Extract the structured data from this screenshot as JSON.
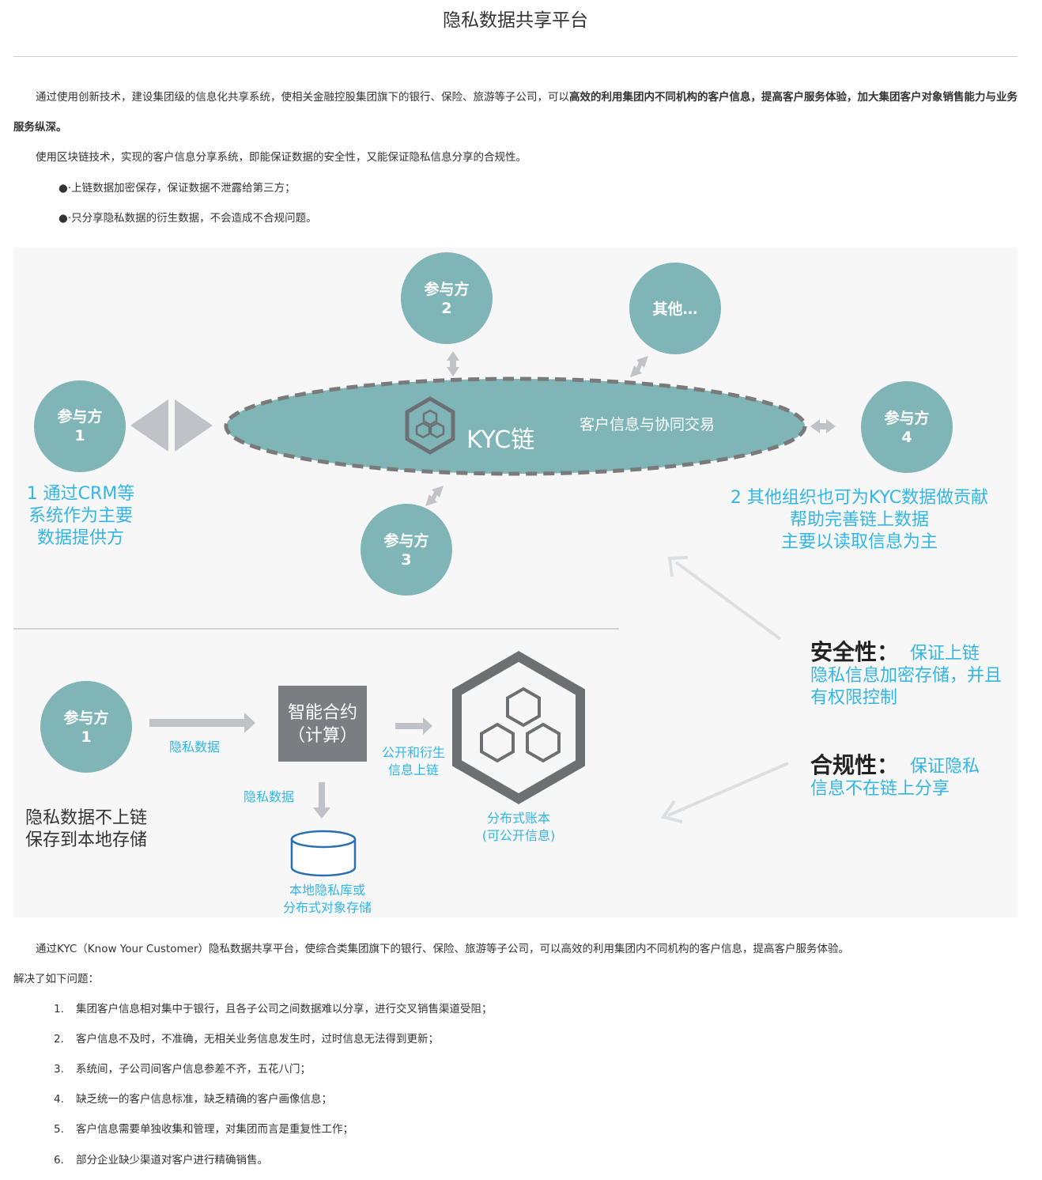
{
  "title": "隐私数据共享平台",
  "intro": {
    "p1_plain": "通过使用创新技术，建设集团级的信息化共享系统，使相关金融控股集团旗下的银行、保险、旅游等子公司，可以",
    "p1_bold": "高效的利用集团内不同机构的客户信息，提高客户服务体验，加大集团客户对象销售能力与业务服务纵深。",
    "p2": "使用区块链技术，实现的客户信息分享系统，即能保证数据的安全性，又能保证隐私信息分享的合规性。",
    "bullet_mark": "●·",
    "bullets": [
      "上链数据加密保存，保证数据不泄露给第三方；",
      "只分享隐私数据的衍生数据，不会造成不合规问题。"
    ]
  },
  "diagram": {
    "colors": {
      "teal": "#7fb5b7",
      "accent_blue": "#33b5e5",
      "gray_box": "#7a7d82",
      "arrow_gray": "#bfc3c7",
      "chain_blue": "#2a6fb0"
    },
    "participant_label": "参与方",
    "p1_num": "1",
    "p2_num": "2",
    "p3_num": "3",
    "p4_num": "4",
    "others": "其他…",
    "kyc_chain": "KYC链",
    "kyc_desc": "客户信息与协同交易",
    "left_note": [
      "1 通过CRM等",
      "系统作为主要",
      "数据提供方"
    ],
    "right_note": [
      "2 其他组织也可为KYC数据做贡献",
      "帮助完善链上数据",
      "主要以读取信息为主"
    ],
    "lower_p1_num": "1",
    "private_data_1": "隐私数据",
    "smart_contract": [
      "智能合约",
      "（计算）"
    ],
    "public_derived": [
      "公开和衍生",
      "信息上链"
    ],
    "private_data_2": "隐私数据",
    "local_store": [
      "本地隐私库或",
      "分布式对象存储"
    ],
    "ledger": [
      "分布式账本",
      "(可公开信息)"
    ],
    "not_on_chain": [
      "隐私数据不上链",
      "保存到本地存储"
    ],
    "security_title": "安全性：",
    "security_text": [
      "保证上链",
      "隐私信息加密存储，并且",
      "有权限控制"
    ],
    "compliance_title": "合规性：",
    "compliance_text": [
      "保证隐私",
      "信息不在链上分享"
    ]
  },
  "outro": {
    "p1": "通过KYC（Know  Your  Customer）隐私数据共享平台，使综合类集团旗下的银行、保险、旅游等子公司，可以高效的利用集团内不同机构的客户信息，提高客户服务体验。",
    "p2": "解决了如下问题：",
    "items": [
      {
        "n": "1.",
        "t": "集团客户信息相对集中于银行，且各子公司之间数据难以分享，进行交叉销售渠道受阻；"
      },
      {
        "n": "2.",
        "t": "客户信息不及时，不准确，无相关业务信息发生时，过时信息无法得到更新；"
      },
      {
        "n": "3.",
        "t": "系统间，子公司间客户信息参差不齐，五花八门；"
      },
      {
        "n": "4.",
        "t": "缺乏统一的客户信息标准，缺乏精确的客户画像信息；"
      },
      {
        "n": "5.",
        "t": "客户信息需要单独收集和管理，对集团而言是重复性工作；"
      },
      {
        "n": "6.",
        "t": "部分企业缺少渠道对客户进行精确销售。"
      }
    ]
  }
}
